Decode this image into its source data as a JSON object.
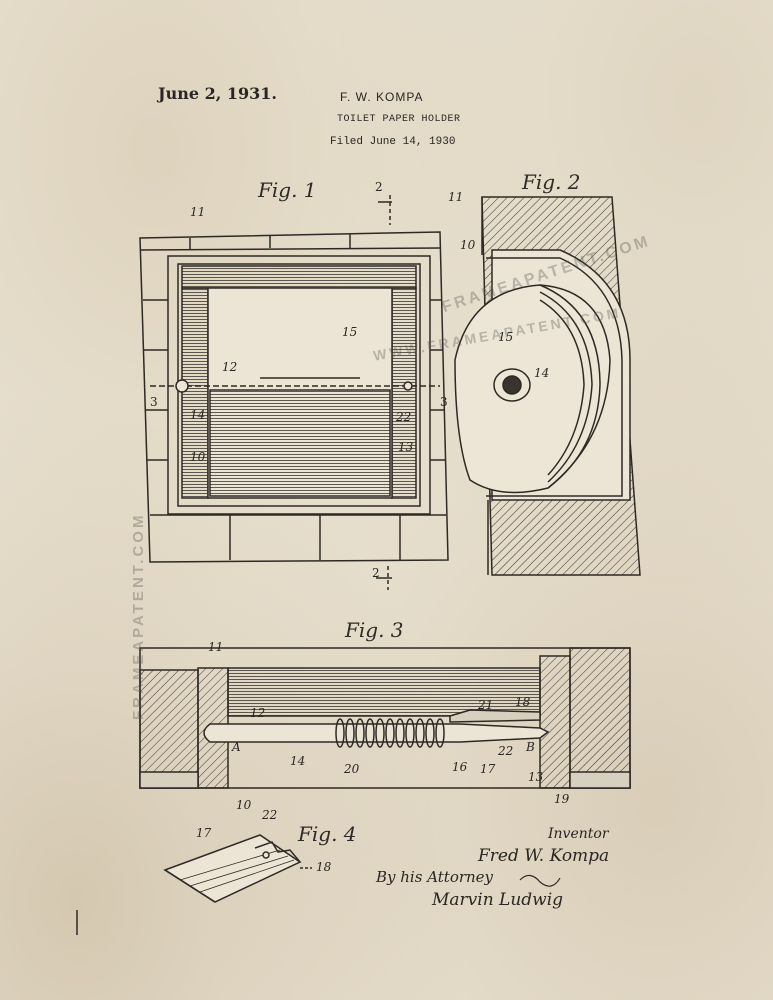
{
  "header": {
    "date": "June 2, 1931.",
    "inventor": "F. W. KOMPA",
    "title": "TOILET PAPER HOLDER",
    "filed": "Filed June 14, 1930"
  },
  "figures": {
    "fig1": "Fig. 1",
    "fig2": "Fig. 2",
    "fig3": "Fig. 3",
    "fig4": "Fig. 4"
  },
  "signature": {
    "inventor_label": "Inventor",
    "inventor_name": "Fred W. Kompa",
    "attorney_label": "By his Attorney",
    "attorney_name": "Marvin Ludwig"
  },
  "watermarks": {
    "text_a": "FRAMEAPATENT.COM",
    "text_b": "WWW.FRAMEAPATENT.COM",
    "text_c": "FRAMEAPATENT.COM"
  },
  "reference_numbers": {
    "n11": "11",
    "n12": "12",
    "n13": "13",
    "n14": "14",
    "n15": "15",
    "n10": "10",
    "n22": "22",
    "n2": "2",
    "n3": "3",
    "n16": "16",
    "n17": "17",
    "n18": "18",
    "n19": "19",
    "n20": "20",
    "n21": "21",
    "A": "A",
    "B": "B"
  }
}
